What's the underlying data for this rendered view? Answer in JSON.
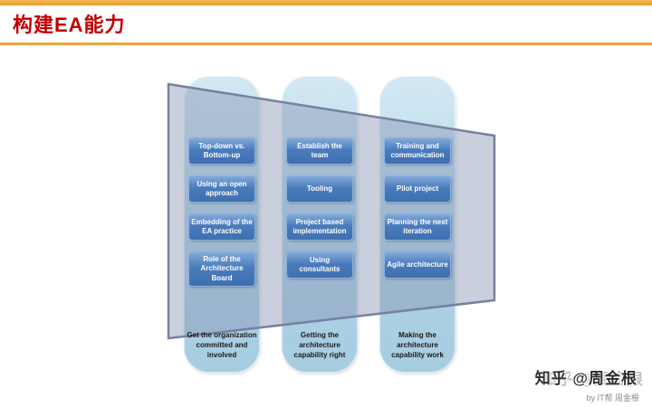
{
  "slide": {
    "title": "构建EA能力",
    "watermark": "知乎 @周金根",
    "byline": "by IT帮 周金根"
  },
  "diagram": {
    "columns": [
      {
        "caption": "Get the organization committed and involved",
        "items": [
          "Top-down vs. Bottom-up",
          "Using an open approach",
          "Embedding of the EA practice",
          "Role of the Architecture Board"
        ]
      },
      {
        "caption": "Getting the architecture capability right",
        "items": [
          "Establish the team",
          "Tooling",
          "Project based implementation",
          "Using consultants"
        ]
      },
      {
        "caption": "Making the architecture capability work",
        "items": [
          "Training and communication",
          "Pilot project",
          "Planning the next iteration",
          "Agile architecture"
        ]
      }
    ]
  },
  "colors": {
    "accent_orange": "#E8A33D",
    "title_red": "#C00000",
    "pillar_blue": "#B4D7E8",
    "button_blue": "#4A7CBC",
    "plane_gray": "#8894B4"
  }
}
